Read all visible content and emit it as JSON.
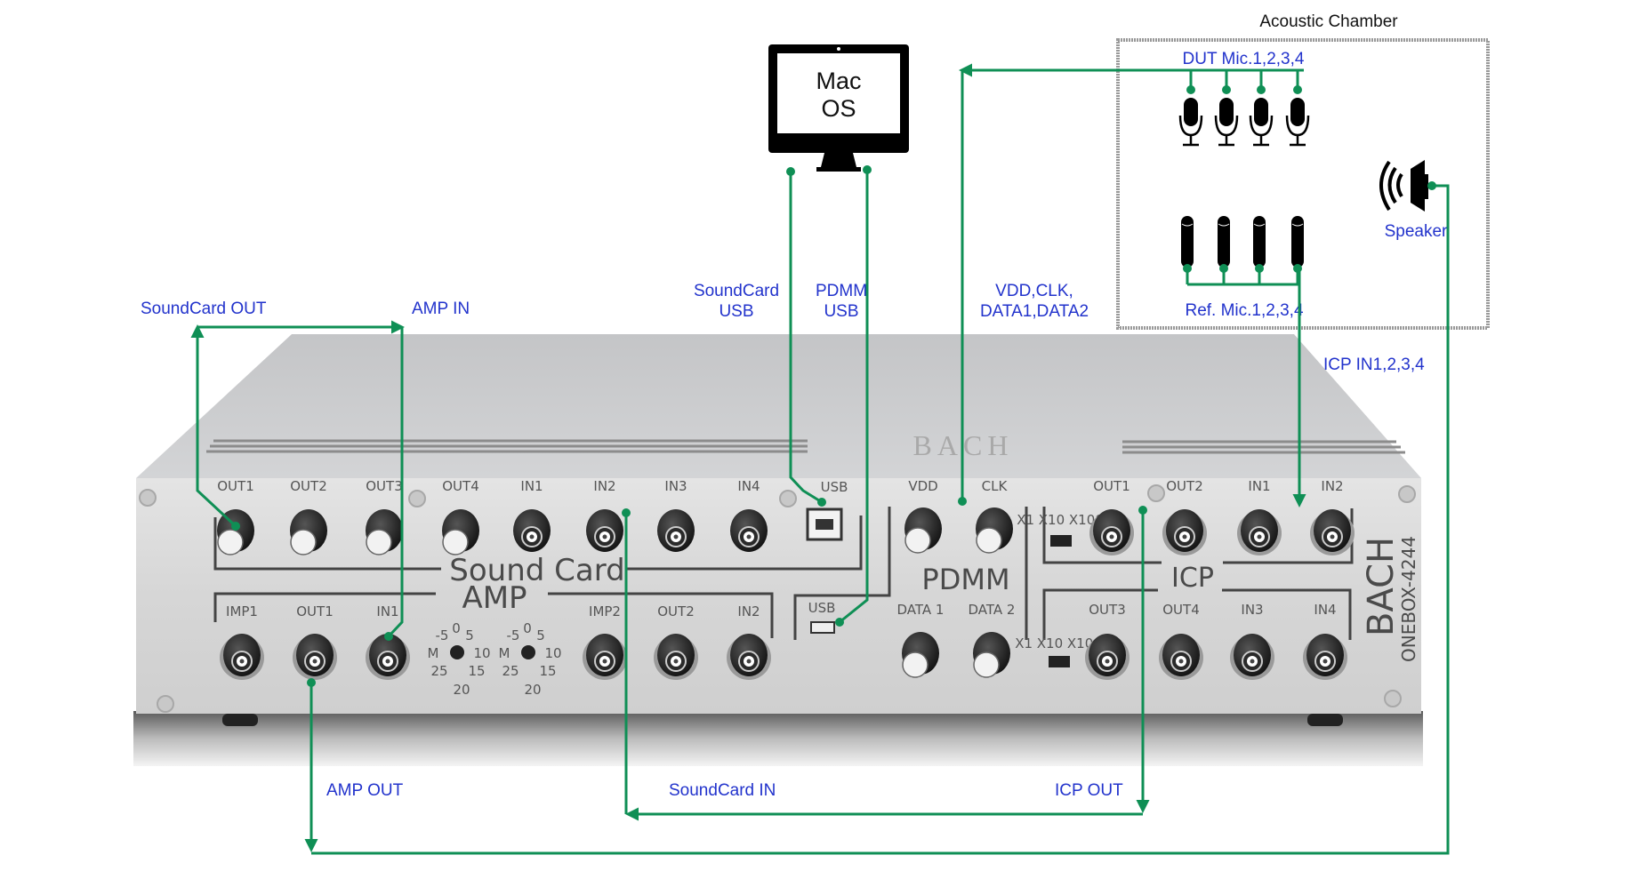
{
  "colors": {
    "wire": "#0f8f55",
    "label": "#2233cc",
    "panel": "#dcdcdc",
    "top_face": "#c9cacc",
    "chamber_border": "#9a9a9a"
  },
  "computer": {
    "icon": "monitor-icon",
    "line1": "Mac",
    "line2": "OS"
  },
  "chamber": {
    "title": "Acoustic Chamber",
    "dut_label": "DUT Mic.1,2,3,4",
    "ref_label": "Ref. Mic.1,2,3,4",
    "speaker_label": "Speaker",
    "dut_mic_icon": "microphone-icon",
    "ref_mic_icon": "reference-microphone-icon",
    "speaker_icon": "speaker-icon"
  },
  "connection_labels": {
    "soundcard_out": "SoundCard OUT",
    "amp_in": "AMP IN",
    "soundcard_usb_1": "SoundCard",
    "soundcard_usb_2": "USB",
    "pdmm_usb_1": "PDMM",
    "pdmm_usb_2": "USB",
    "pdmm_signals_1": "VDD,CLK,",
    "pdmm_signals_2": "DATA1,DATA2",
    "icp_in": "ICP IN1,2,3,4",
    "amp_out": "AMP OUT",
    "soundcard_in": "SoundCard IN",
    "icp_out": "ICP OUT"
  },
  "device": {
    "brand_top": "BACH",
    "brand_side": "BACH",
    "model": "ONEBOX-4244",
    "soundcard": {
      "title": "Sound Card",
      "ports": [
        "OUT1",
        "OUT2",
        "OUT3",
        "OUT4",
        "IN1",
        "IN2",
        "IN3",
        "IN4"
      ],
      "usb": "USB"
    },
    "amp": {
      "title": "AMP",
      "ports": [
        "IMP1",
        "OUT1",
        "IN1",
        "IMP2",
        "OUT2",
        "IN2"
      ],
      "dial_marks": [
        "-5",
        "0",
        "5",
        "10",
        "15",
        "20",
        "25",
        "M"
      ]
    },
    "pdmm": {
      "title": "PDMM",
      "usb": "USB",
      "ports": [
        "VDD",
        "CLK",
        "DATA 1",
        "DATA 2"
      ]
    },
    "icp": {
      "title": "ICP",
      "ports_top": [
        "OUT1",
        "OUT2",
        "IN1",
        "IN2"
      ],
      "ports_bottom": [
        "OUT3",
        "OUT4",
        "IN3",
        "IN4"
      ],
      "gain_switch": "X1 X10 X100"
    }
  }
}
